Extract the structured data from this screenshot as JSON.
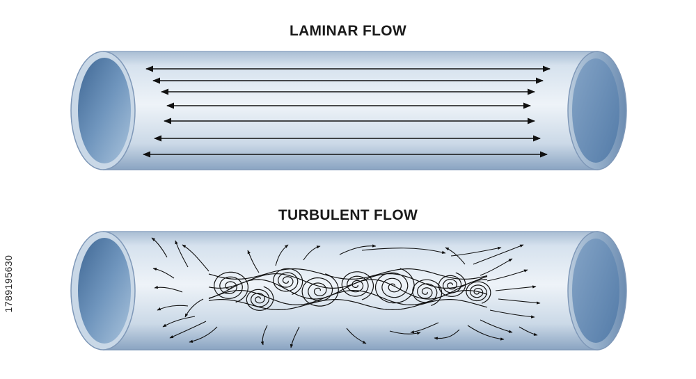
{
  "titles": {
    "laminar": "LAMINAR FLOW",
    "turbulent": "TURBULENT FLOW"
  },
  "watermark_id": "1789195630",
  "colors": {
    "pipe_light": "#e9f0f7",
    "pipe_mid": "#b6c8dc",
    "pipe_dark": "#6f8fb3",
    "pipe_edge": "#8ea6c3",
    "inner_dark": "#4f74a0",
    "arrow": "#111111"
  }
}
